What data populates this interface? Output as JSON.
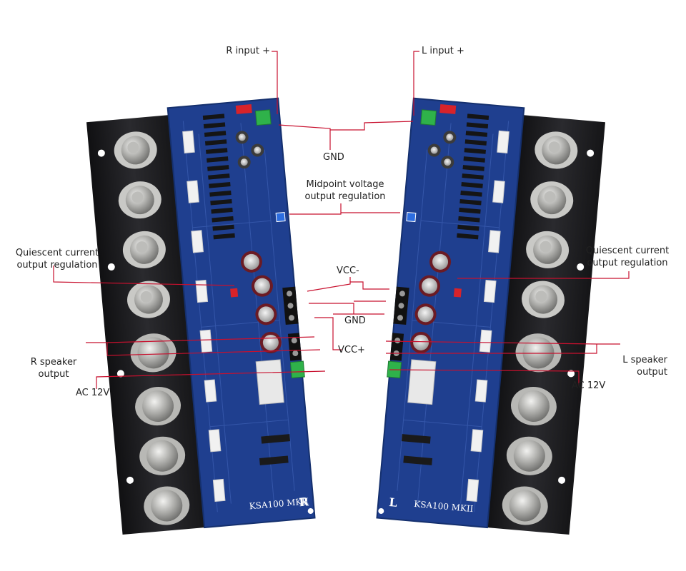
{
  "labels": {
    "r_input": "R input +",
    "l_input": "L input +",
    "gnd_top": "GND",
    "midpoint_1": "Midpoint voltage",
    "midpoint_2": "output regulation",
    "quiescent_left_1": "Quiescent current",
    "quiescent_left_2": "output regulation",
    "quiescent_right_1": "Quiescent current",
    "quiescent_right_2": "output regulation",
    "vcc_minus": "VCC-",
    "gnd_mid": "GND",
    "vcc_plus": "VCC+",
    "r_speaker_1": "R speaker",
    "r_speaker_2": "output",
    "l_speaker_1": "L speaker",
    "l_speaker_2": "output",
    "ac_left": "AC 12V",
    "ac_right": "AC 12V"
  },
  "boards": {
    "left_silk": "KSA100  MKII",
    "left_letter": "R",
    "right_silk": "KSA100  MKII",
    "right_letter": "L"
  },
  "colors": {
    "leader": "#c8102e",
    "pcb": "#1f3f8f",
    "heatsink": "#1c1c1e",
    "terminal": "#2fb24a"
  }
}
